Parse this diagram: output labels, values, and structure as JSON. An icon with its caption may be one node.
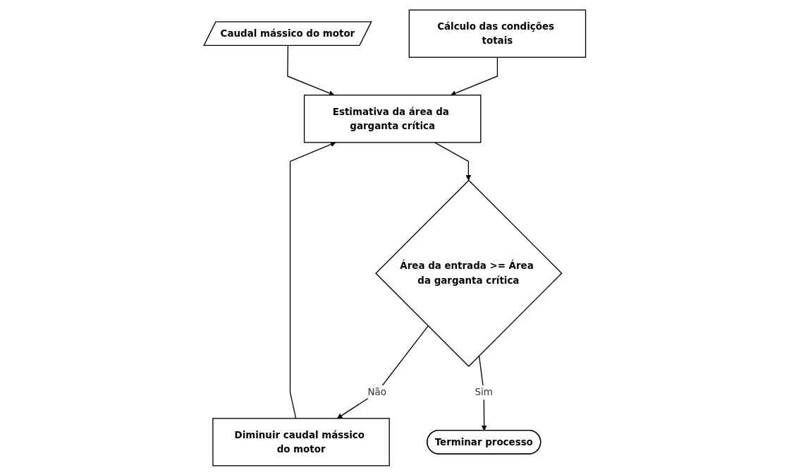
{
  "diagram": {
    "nodes": [
      {
        "text": [
          "Cálculo das condições totais"
        ]
      },
      {
        "text": [
          "Caudal mássico do motor"
        ]
      },
      {
        "text": [
          "Estimativa da área da garganta crítica"
        ]
      },
      {
        "text": [
          "Diminuir caudal mássico do motor"
        ]
      },
      {
        "text": [
          "Área da entrada >= Área da garganta crítica"
        ]
      },
      {
        "text": [
          "Terminar processo"
        ]
      }
    ],
    "edges": [
      {
        "from": 0,
        "to": 2,
        "arrow": "to"
      },
      {
        "from": 1,
        "to": 2,
        "arrow": "to"
      },
      {
        "from": 3,
        "to": 2,
        "arrow": "to"
      },
      {
        "from": 2,
        "to": 4,
        "arrow": "to"
      },
      {
        "from": 4,
        "to": 3,
        "arrow": "to",
        "label": "Não"
      },
      {
        "from": 4,
        "to": 5,
        "arrow": "to",
        "label": "Sim"
      }
    ]
  }
}
